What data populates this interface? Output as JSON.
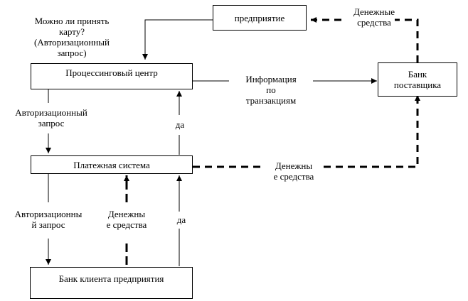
{
  "boxes": {
    "enterprise": "предприятие",
    "processing_center": "Процессинговый центр",
    "supplier_bank": "Банк\nпоставщика",
    "payment_system": "Платежная система",
    "client_bank": "Банк клиента предприятия"
  },
  "labels": {
    "accept_card_query": "Можно ли принять\nкарту?\n(Авторизационный\nзапрос)",
    "funds_top": "Денежные\nсредства",
    "transaction_info": "Информация\nпо\nтранзакциям",
    "auth_request_1": "Авторизационный\nзапрос",
    "yes_1": "да",
    "funds_mid": "Денежны\nе средства",
    "auth_request_2": "Авторизационны\nй запрос",
    "funds_low": "Денежны\nе средства",
    "yes_2": "да"
  }
}
